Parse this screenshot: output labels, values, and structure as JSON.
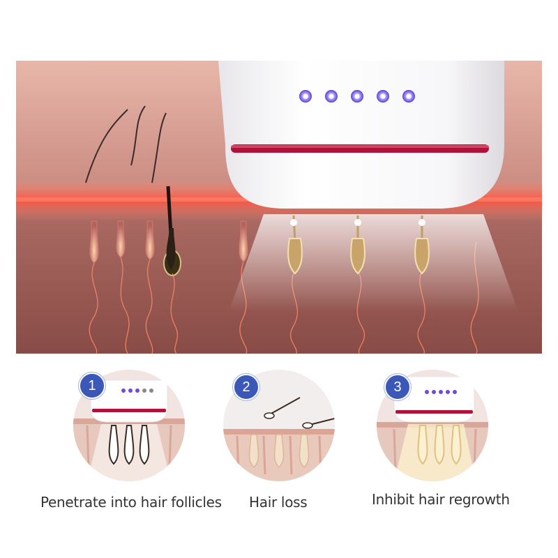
{
  "steps": [
    {
      "number": "1",
      "caption": "Penetrate into hair follicles"
    },
    {
      "number": "2",
      "caption": "Hair loss"
    },
    {
      "number": "3",
      "caption": "Inhibit hair regrowth"
    }
  ],
  "colors": {
    "badge": "#3b58b8",
    "device_accent": "#b0123a",
    "led_glow": "#6e4bd8",
    "skin": "#8a4a44",
    "light_beam": "#ff5040"
  },
  "icons": [
    "hair-removal-device-icon",
    "hair-follicle-icon",
    "led-indicator-icon"
  ]
}
